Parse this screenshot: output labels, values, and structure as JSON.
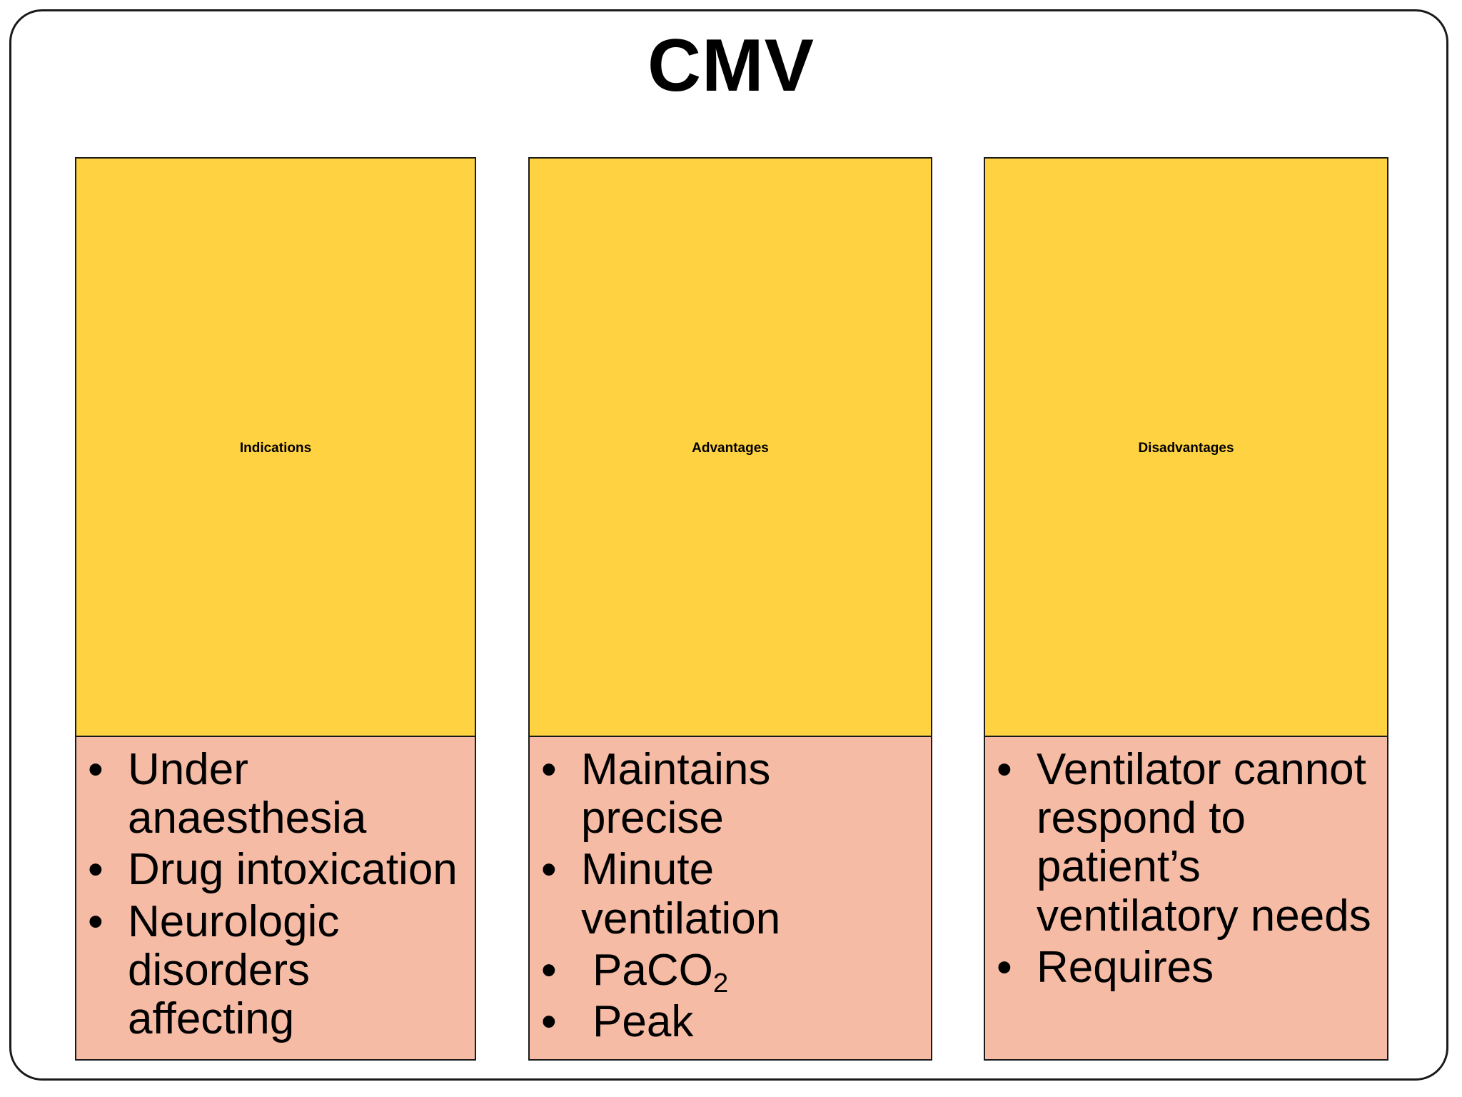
{
  "slide": {
    "title": "CMV",
    "background_color": "#ffffff",
    "frame_border_color": "#1a1a1a",
    "header_box_color": "#ffd242",
    "body_box_color": "#f5bba5"
  },
  "columns": [
    {
      "header": "Indications",
      "bullets": [
        {
          "text": "Under anaesthesia",
          "indent": false
        },
        {
          "text": "Drug intoxication",
          "indent": false
        },
        {
          "text": "Neurologic disorders affecting",
          "indent": false
        }
      ]
    },
    {
      "header": "Advantages",
      "bullets": [
        {
          "text": "Maintains precise",
          "indent": false
        },
        {
          "text": "Minute ventilation",
          "indent": false
        },
        {
          "text": "PaCO2",
          "indent": true,
          "subscript_base": "PaCO",
          "subscript": "2"
        },
        {
          "text": "Peak",
          "indent": true
        }
      ]
    },
    {
      "header": "Disadvantages",
      "bullets": [
        {
          "text": "Ventilator cannot respond to patient’s ventilatory needs",
          "indent": false
        },
        {
          "text": "Requires",
          "indent": false
        }
      ]
    }
  ]
}
